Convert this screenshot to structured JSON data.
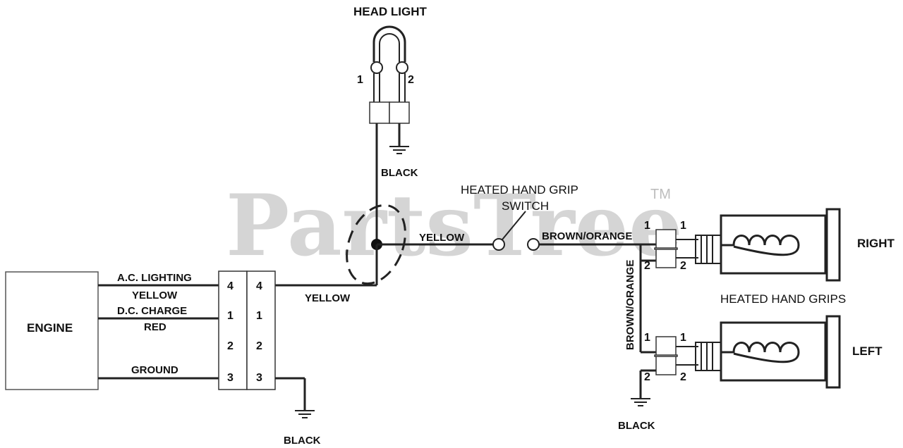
{
  "watermark": {
    "text": "PartsTree",
    "tm": "TM"
  },
  "headlight": {
    "title": "HEAD LIGHT",
    "pin1": "1",
    "pin2": "2",
    "ground_wire": "BLACK"
  },
  "engine": {
    "label": "ENGINE"
  },
  "engine_wires": {
    "ac_lighting": "A.C. LIGHTING",
    "yellow": "YELLOW",
    "dc_charge": "D.C. CHARGE",
    "red": "RED",
    "ground": "GROUND"
  },
  "connector_pins": {
    "left": [
      "4",
      "1",
      "2",
      "3"
    ],
    "right": [
      "4",
      "1",
      "2",
      "3"
    ]
  },
  "connector_ground_wire": "BLACK",
  "wires": {
    "yellow_main": "YELLOW",
    "yellow_switch": "YELLOW",
    "brown_orange_h": "BROWN/ORANGE",
    "brown_orange_v": "BROWN/ORANGE"
  },
  "switch": {
    "line1": "HEATED HAND GRIP",
    "line2": "SWITCH"
  },
  "grips": {
    "title": "HEATED HAND GRIPS",
    "right": {
      "label": "RIGHT",
      "pins_left": [
        "1",
        "2"
      ],
      "pins_right": [
        "1",
        "2"
      ]
    },
    "left": {
      "label": "LEFT",
      "pins_left": [
        "1",
        "2"
      ],
      "pins_right": [
        "1",
        "2"
      ]
    },
    "ground_wire": "BLACK"
  }
}
